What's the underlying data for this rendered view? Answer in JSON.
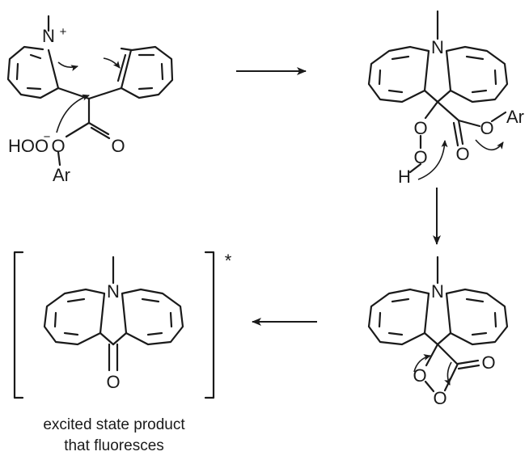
{
  "atoms": {
    "nitrogen": "N",
    "nitrogen_charge": "+",
    "hydroperoxide": "HOO",
    "anion_charge": "−",
    "oxygen": "O",
    "aryl": "Ar",
    "hydrogen": "H"
  },
  "excited_mark": "*",
  "caption": {
    "line1": "excited state product",
    "line2": "that fluoresces"
  },
  "colors": {
    "ink": "#1a1a1a",
    "background": "#ffffff"
  }
}
